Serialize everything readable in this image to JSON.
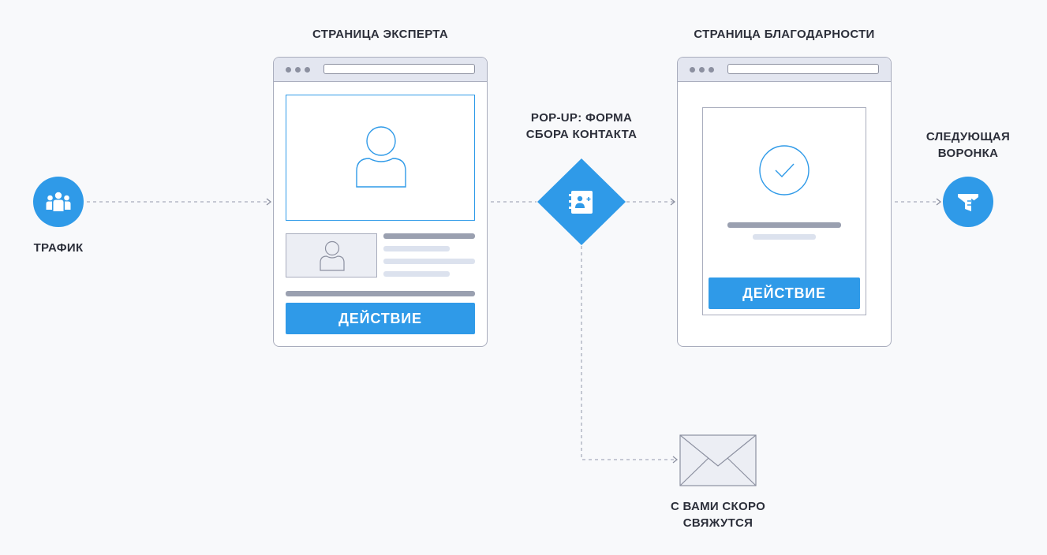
{
  "colors": {
    "accent": "#2f9ae8",
    "border": "#a9adbd",
    "text": "#2c2f3a"
  },
  "nodes": {
    "traffic": {
      "label": "ТРАФИК",
      "icon": "people-group-icon"
    },
    "expert_page": {
      "title": "СТРАНИЦА ЭКСПЕРТА",
      "button": "ДЕЙСТВИЕ"
    },
    "popup": {
      "title_line1": "POP-UP: ФОРМА",
      "title_line2": "СБОРА КОНТАКТА",
      "icon": "contact-book-icon"
    },
    "thanks_page": {
      "title": "СТРАНИЦА БЛАГОДАРНОСТИ",
      "button": "ДЕЙСТВИЕ",
      "icon": "check-circle-icon"
    },
    "next_funnel": {
      "label_line1": "СЛЕДУЮЩАЯ",
      "label_line2": "ВОРОНКА",
      "icon": "funnel-icon"
    },
    "email": {
      "label_line1": "С ВАМИ СКОРО",
      "label_line2": "СВЯЖУТСЯ",
      "icon": "envelope-icon"
    }
  }
}
